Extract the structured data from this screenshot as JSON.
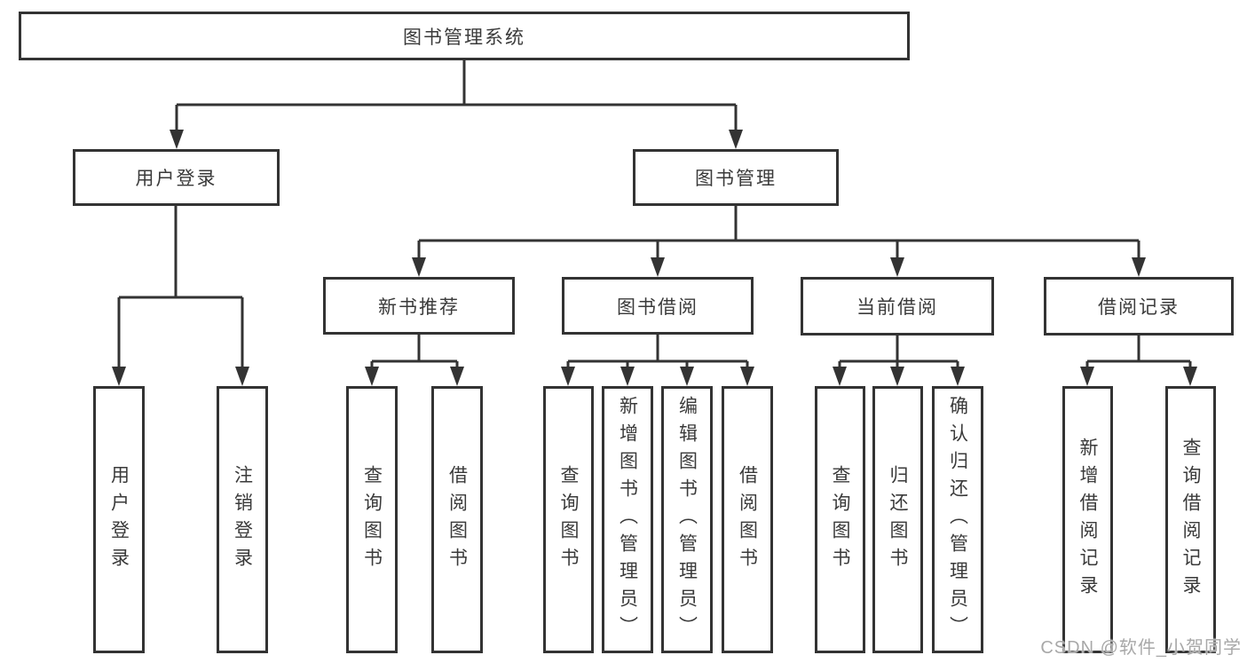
{
  "nodes": {
    "root": {
      "label": "图书管理系统"
    },
    "user_login": {
      "label": "用户登录"
    },
    "book_manage": {
      "label": "图书管理"
    },
    "new_books": {
      "label": "新书推荐"
    },
    "book_borrow": {
      "label": "图书借阅"
    },
    "current_borrow": {
      "label": "当前借阅"
    },
    "borrow_records": {
      "label": "借阅记录"
    },
    "login_leaf": {
      "label": "用户登录"
    },
    "logout_leaf": {
      "label": "注销登录"
    },
    "nb_query": {
      "label": "查询图书"
    },
    "nb_borrow": {
      "label": "借阅图书"
    },
    "bb_query": {
      "label": "查询图书"
    },
    "bb_add": {
      "label": "新增图书（管理员）"
    },
    "bb_edit": {
      "label": "编辑图书（管理员）"
    },
    "bb_borrow": {
      "label": "借阅图书"
    },
    "cb_query": {
      "label": "查询图书"
    },
    "cb_return": {
      "label": "归还图书"
    },
    "cb_confirm": {
      "label": "确认归还（管理员）"
    },
    "br_add": {
      "label": "新增借阅记录"
    },
    "br_query": {
      "label": "查询借阅记录"
    }
  },
  "watermark": {
    "text": "CSDN @软件_小贺同学"
  },
  "colors": {
    "line": "#333333",
    "text": "#3a3a3a",
    "watermark": "#a8a8a8"
  }
}
